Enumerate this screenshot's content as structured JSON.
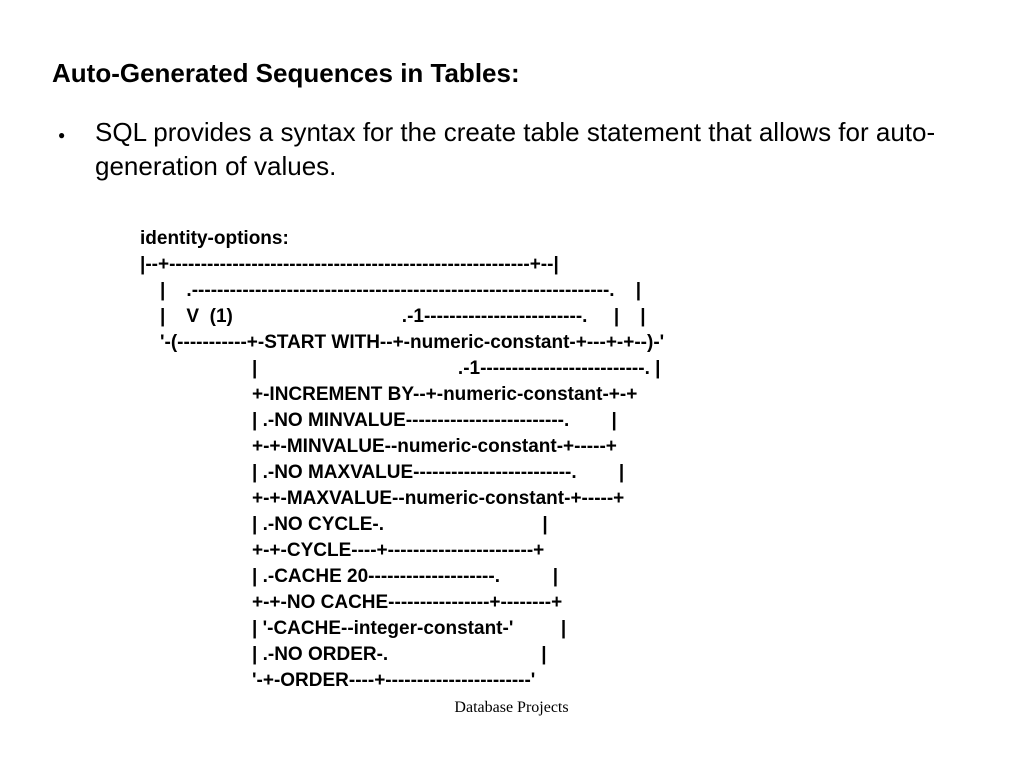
{
  "slide": {
    "title": "Auto-Generated Sequences in Tables:",
    "bullet_marker": "●",
    "bullet_text": "SQL provides a syntax for the create table statement that allows for auto-generation of values.",
    "footer": "Database Projects"
  },
  "diagram": {
    "lines": [
      "identity-options:",
      "|--+---------------------------------------------------------+--|",
      "|    .------------------------------------------------------------------.    |",
      "|    V  (1)                                .-1-------------------------.     |    |",
      "'-(-----------+-START WITH--+-numeric-constant-+---+-+--)-'",
      "|                                      .-1--------------------------. |",
      "+-INCREMENT BY--+-numeric-constant-+-+",
      "| .-NO MINVALUE-------------------------.        |",
      "+-+-MINVALUE--numeric-constant-+-----+",
      "| .-NO MAXVALUE-------------------------.        |",
      "+-+-MAXVALUE--numeric-constant-+-----+",
      "| .-NO CYCLE-.                              |",
      "+-+-CYCLE----+-----------------------+",
      "| .-CACHE 20--------------------.          |",
      "+-+-NO CACHE----------------+--------+",
      "| '-CACHE--integer-constant-'         |",
      "| .-NO ORDER-.                             |",
      "'-+-ORDER----+-----------------------'"
    ]
  }
}
